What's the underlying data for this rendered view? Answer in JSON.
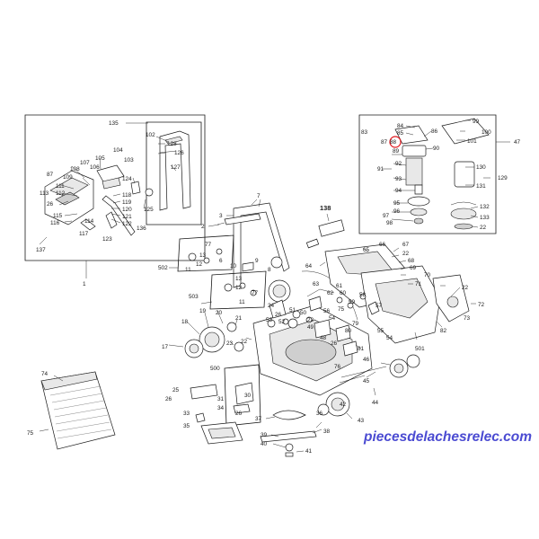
{
  "diagram": {
    "watermark_text": "piecesdelachesrelec.com",
    "highlight_color": "#e0161c",
    "watermark_color": "#4b4bd2",
    "line_color": "#1a1a1a",
    "labels": {
      "l135": "135",
      "l102": "102",
      "l128": "128",
      "l126": "126",
      "l127": "127",
      "l104": "104",
      "l103": "103",
      "l105": "105",
      "l107": "107",
      "l106": "106",
      "l108": "108",
      "l87": "87",
      "l109": "109",
      "l111": "111",
      "l113": "113",
      "l112": "112",
      "l26a": "26",
      "l115": "115",
      "l116": "116",
      "l114": "114",
      "l117": "117",
      "l123": "123",
      "l118": "118",
      "l119": "119",
      "l120": "120",
      "l121": "121",
      "l122": "122",
      "l124": "124",
      "l125": "125",
      "l136": "136",
      "l137": "137",
      "l1": "1",
      "l83": "83",
      "l84": "84",
      "l85": "85",
      "l88": "88",
      "l87b": "87",
      "l86": "86",
      "l89": "89",
      "l90": "90",
      "l91": "91",
      "l92": "92",
      "l93": "93",
      "l94": "94",
      "l95": "95",
      "l96": "96",
      "l97": "97",
      "l98": "98",
      "l99": "99",
      "l100": "100",
      "l101": "101",
      "l47": "47",
      "l130": "130",
      "l129": "129",
      "l131": "131",
      "l132": "132",
      "l133": "133",
      "l22a": "22",
      "l138": "138",
      "l7": "7",
      "l3": "3",
      "l2": "2",
      "l502": "502",
      "l77a": "77",
      "l13a": "13",
      "l12a": "12",
      "l6": "6",
      "l11a": "11",
      "l10": "10",
      "l9": "9",
      "l8": "8",
      "l503": "503",
      "l13b": "13",
      "l12b": "12",
      "l77b": "77",
      "l11b": "11",
      "l18": "18",
      "l19": "19",
      "l20": "20",
      "l21": "21",
      "l23": "23",
      "l17": "17",
      "l22b": "22",
      "l24": "24",
      "l53": "53",
      "l26b": "26",
      "l52": "52",
      "l51": "51",
      "l50": "50",
      "l22c": "22",
      "l49": "49",
      "l48": "48",
      "l26c": "26",
      "l500": "500",
      "l25": "25",
      "l26d": "26",
      "l31": "31",
      "l34": "34",
      "l30": "30",
      "l26e": "26",
      "l33": "33",
      "l35": "35",
      "l37": "37",
      "l36": "36",
      "l38": "38",
      "l39": "39",
      "l40": "40",
      "l41": "41",
      "l42": "42",
      "l43": "43",
      "l44": "44",
      "l46": "46",
      "l45": "45",
      "l76": "76",
      "l81": "81",
      "l80": "80",
      "l79": "79",
      "l75a": "75",
      "l55": "55",
      "l54a": "54",
      "l54b": "54",
      "l56": "56",
      "l57": "57",
      "l58": "58",
      "l59": "59",
      "l60": "60",
      "l61": "61",
      "l62": "62",
      "l63": "63",
      "l64": "64",
      "l65": "65",
      "l66": "66",
      "l67": "67",
      "l22d": "22",
      "l68": "68",
      "l69": "69",
      "l70": "70",
      "l71": "71",
      "l22e": "22",
      "l72": "72",
      "l82": "82",
      "l501": "501",
      "l73": "73",
      "l74": "74",
      "l75b": "75"
    }
  }
}
